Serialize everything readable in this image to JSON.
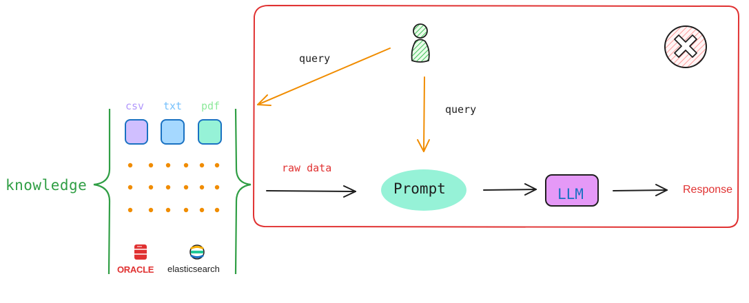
{
  "labels": {
    "knowledge": "knowledge",
    "csv": "csv",
    "txt": "txt",
    "pdf": "pdf",
    "query_1": "query",
    "query_2": "query",
    "raw_data": "raw data",
    "prompt": "Prompt",
    "llm": "LLM",
    "response": "Response",
    "oracle": "ORACLE",
    "elasticsearch": "elasticsearch"
  },
  "colors": {
    "frame": "#e03131",
    "brace": "#2f9e44",
    "arrow_query": "#f08c00",
    "arrow_flow": "#1e1e1e",
    "csv_fill": "#d0bfff",
    "txt_fill": "#a5d8ff",
    "pdf_fill": "#96f2d7",
    "prompt_fill": "#96f2d7",
    "llm_fill": "#e599f7",
    "dots": "#f08c00",
    "user_fill": "#b2f2bb",
    "reject_fill": "#ffc9c9"
  },
  "icons": [
    "user-icon",
    "reject-x-icon",
    "oracle-database-icon",
    "elasticsearch-icon"
  ]
}
